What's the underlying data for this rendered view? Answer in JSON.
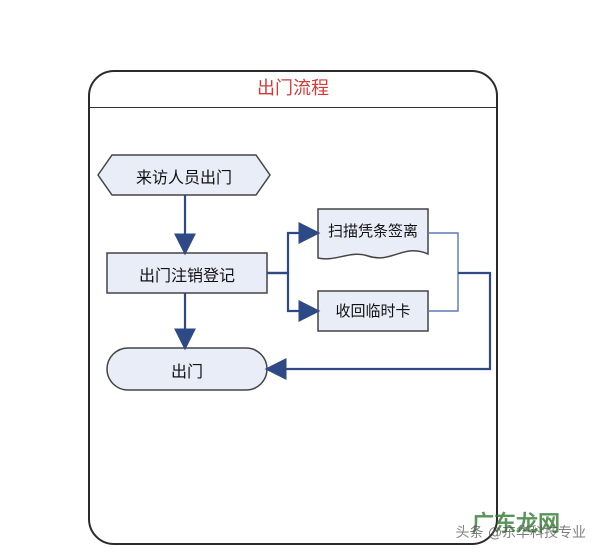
{
  "title": "出门流程",
  "nodes": {
    "visitor_exit": "来访人员出门",
    "exit_logout": "出门注销登记",
    "scan_slip": "扫描凭条签离",
    "recover_card": "收回临时卡",
    "exit": "出门"
  },
  "watermark": {
    "text": "头条 @东华科技专业",
    "logo": "广东龙网"
  },
  "colors": {
    "title": "#d23a3a",
    "node_fill": "#e9edf8",
    "arrow": "#3a5a96",
    "connector": "#2e4a86"
  }
}
